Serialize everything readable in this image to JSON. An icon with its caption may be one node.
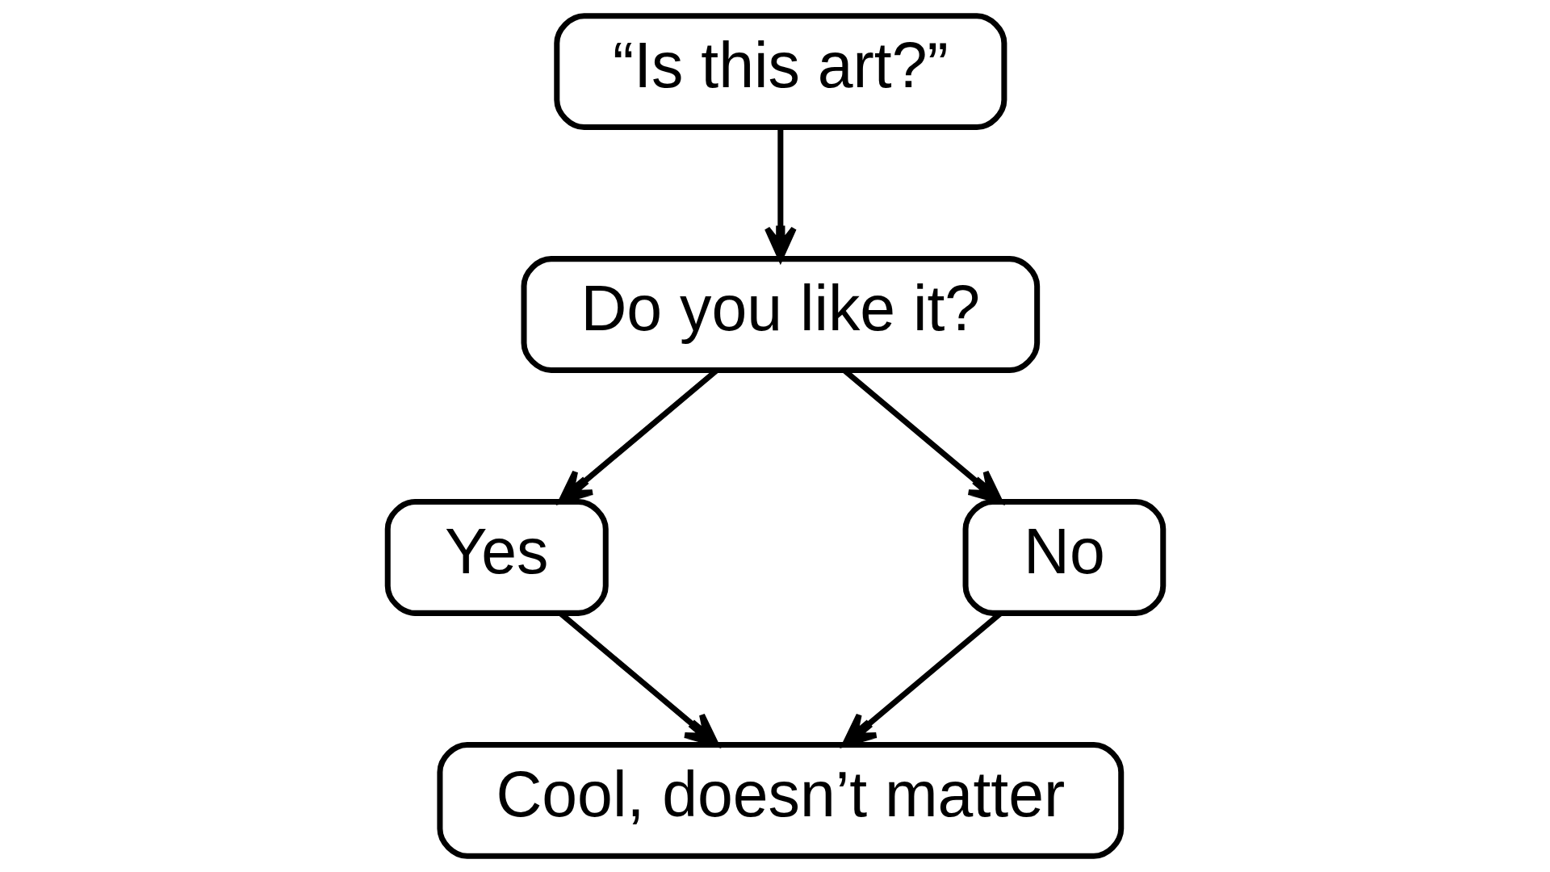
{
  "diagram": {
    "nodes": [
      {
        "text": [
          "“Is this art?”"
        ]
      },
      {
        "text": [
          "Do you like it?"
        ]
      },
      {
        "text": [
          "Yes"
        ]
      },
      {
        "text": [
          "No"
        ]
      },
      {
        "text": [
          "Cool, doesn’t matter"
        ]
      }
    ],
    "edges": [
      {
        "from": 0,
        "to": 1,
        "arrow": "to"
      },
      {
        "from": 1,
        "to": 2,
        "arrow": "to"
      },
      {
        "from": 1,
        "to": 3,
        "arrow": "to"
      },
      {
        "from": 2,
        "to": 4,
        "arrow": "to"
      },
      {
        "from": 3,
        "to": 4,
        "arrow": "to"
      }
    ]
  }
}
